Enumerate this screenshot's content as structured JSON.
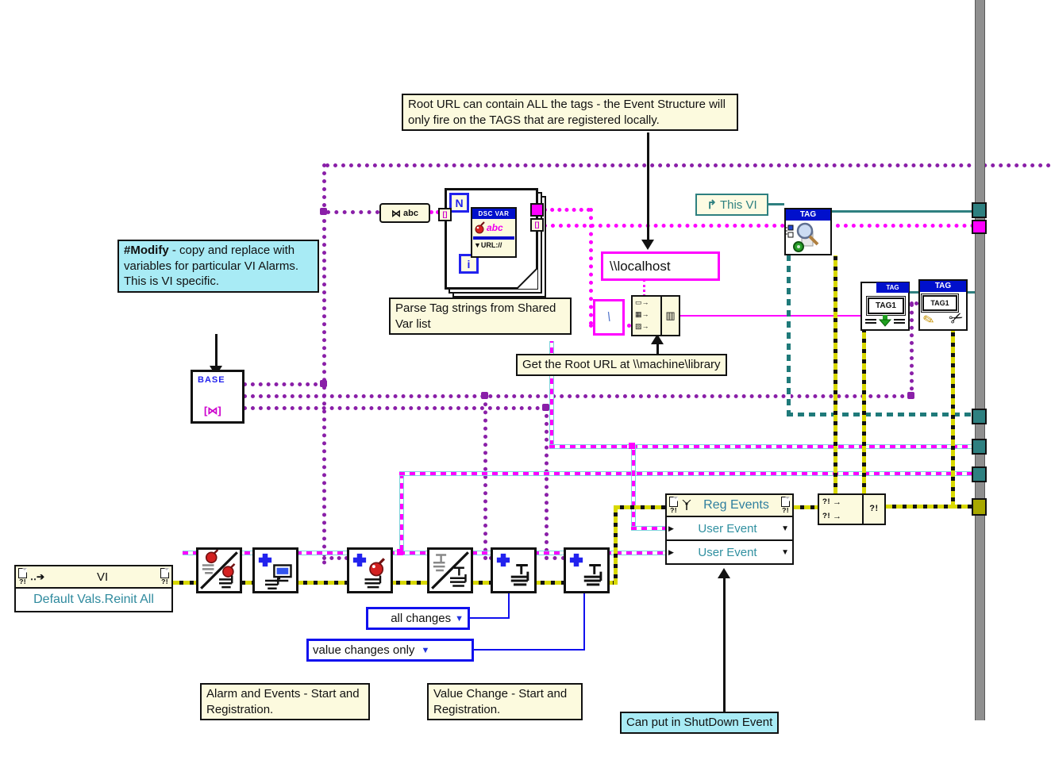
{
  "comments": {
    "root_url": "Root URL can contain ALL the tags - the Event Structure will only fire on the TAGS that are registered locally.",
    "modify_bold": "#Modify",
    "modify_rest": " - copy and replace with variables for particular VI Alarms.  This is VI specific.",
    "parse_tags": "Parse Tag strings from Shared Var list",
    "get_root_url": "Get the Root URL at \\\\machine\\library",
    "alarm_events": "Alarm and Events - Start and Registration.",
    "value_change": "Value Change  - Start and Registration.",
    "shutdown": "Can put in ShutDown Event"
  },
  "constants": {
    "localhost": "\\\\localhost",
    "backslash": "\\",
    "this_vi": "This VI",
    "all_changes": "all changes",
    "value_changes_only": "value changes only"
  },
  "nodes": {
    "for_loop": {
      "count": "N",
      "iterator": "i",
      "left_tunnel": "[]",
      "right_tunnel": "[]"
    },
    "dsc_var": {
      "header": "DSC VAR",
      "abc": "abc",
      "url": "URL://"
    },
    "variant_to_string": {
      "bowtie": "⋈",
      "abc": "abc"
    },
    "base": {
      "title": "BASE",
      "array_glyph": "[⋈]"
    },
    "vi_invoke": {
      "title": "VI",
      "method": "Default Vals.Reinit All",
      "refnum": "?!"
    },
    "reg_events": {
      "title": "Reg Events",
      "rows": [
        "User Event",
        "User Event"
      ],
      "refnum": "?!"
    },
    "merge": {
      "in1": "?!",
      "in2": "?!",
      "out": "?!"
    },
    "tag_search": {
      "header": "TAG"
    },
    "tag_write": {
      "header": "TAG",
      "tag": "TAG1"
    },
    "tag_edit": {
      "header": "TAG",
      "tag": "TAG1"
    }
  },
  "icons": {
    "dropdown": "▼",
    "input_triangle": "▶",
    "this_vi_arrow": "↱",
    "url_arrow": "▼",
    "invoke_arrow": "‥➔",
    "pencil": "✎",
    "scissors": "✂"
  },
  "colors": {
    "magenta": "#FF00FF",
    "purple_chain": "#8A1FA8",
    "teal": "#2E8080",
    "olive": "#A8A800",
    "note_yellow": "#FCFADE",
    "note_cyan": "#A8EBF5",
    "blue": "#1111EE"
  }
}
